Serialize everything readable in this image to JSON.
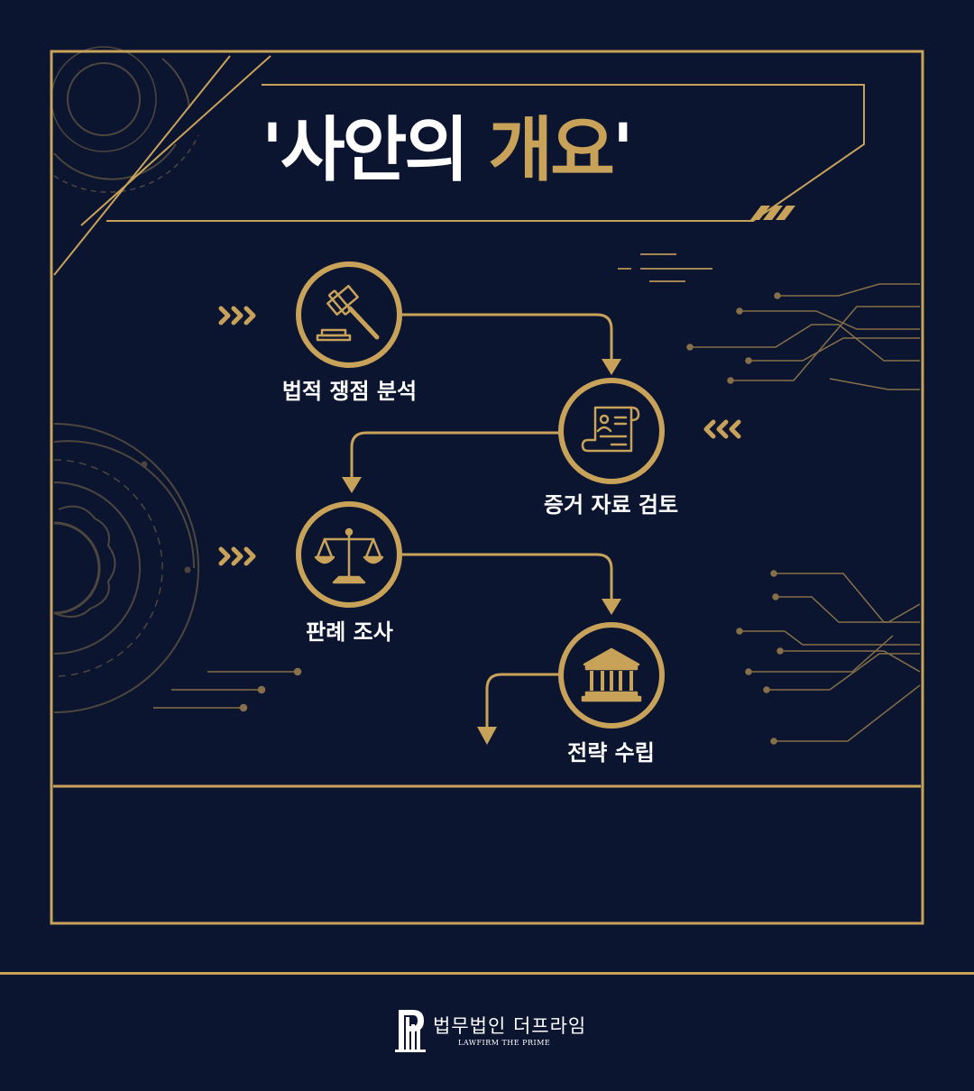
{
  "title": {
    "part1": "'사안의 ",
    "part2": "개요",
    "part3": "'"
  },
  "steps": [
    {
      "label": "법적 쟁점 분석",
      "icon": "gavel-icon"
    },
    {
      "label": "증거 자료 검토",
      "icon": "document-scroll-icon"
    },
    {
      "label": "판례 조사",
      "icon": "scales-icon"
    },
    {
      "label": "전략 수립",
      "icon": "courthouse-icon"
    }
  ],
  "footer": {
    "brand": "법무법인 더프라임",
    "brand_en": "LAWFIRM THE PRIME",
    "logo_letter": "P"
  },
  "colors": {
    "background": "#0b1530",
    "accent": "#c9a25a",
    "text": "#ffffff"
  }
}
